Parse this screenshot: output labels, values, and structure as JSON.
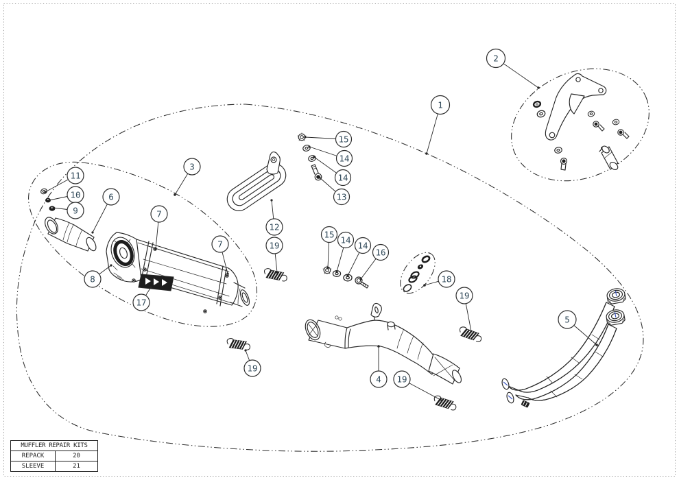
{
  "diagram": {
    "type": "exploded-parts-diagram",
    "subject": "motorcycle exhaust system"
  },
  "callouts": {
    "c1": "1",
    "c2": "2",
    "c3": "3",
    "c4": "4",
    "c5": "5",
    "c6": "6",
    "c7a": "7",
    "c7b": "7",
    "c8": "8",
    "c9": "9",
    "c10": "10",
    "c11": "11",
    "c12": "12",
    "c13": "13",
    "c14a": "14",
    "c14b": "14",
    "c14c": "14",
    "c14d": "14",
    "c15a": "15",
    "c15b": "15",
    "c16": "16",
    "c17": "17",
    "c18": "18",
    "c19a": "19",
    "c19b": "19",
    "c19c": "19",
    "c19d": "19"
  },
  "kits_table": {
    "title": "MUFFLER REPAIR KITS",
    "rows": [
      {
        "name": "REPACK",
        "value": "20"
      },
      {
        "name": "SLEEVE",
        "value": "21"
      }
    ]
  },
  "colors": {
    "line": "#262626",
    "callout_text": "#2f4858",
    "centerline_blue": "#4059c0",
    "background": "#ffffff"
  }
}
